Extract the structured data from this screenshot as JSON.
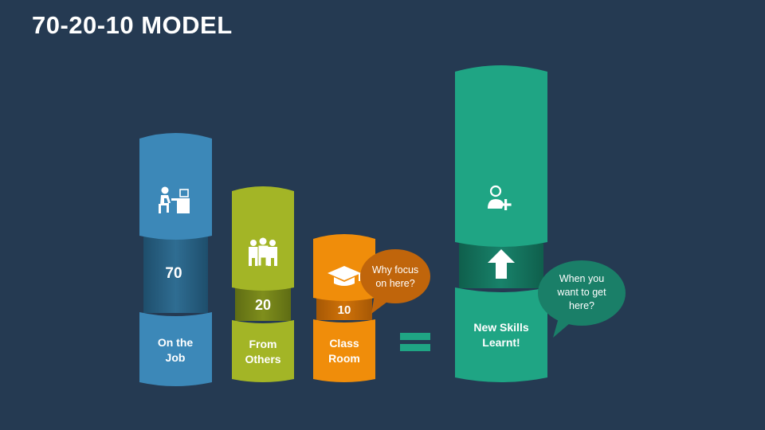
{
  "title": "70-20-10 MODEL",
  "columns": [
    {
      "value": "70",
      "label_line1": "On the",
      "label_line2": "Job",
      "icon": "person-at-desk-icon",
      "color": "#3c88b8"
    },
    {
      "value": "20",
      "label_line1": "From",
      "label_line2": "Others",
      "icon": "group-of-people-icon",
      "color": "#a3b526"
    },
    {
      "value": "10",
      "label_line1": "Class",
      "label_line2": "Room",
      "icon": "graduation-cap-icon",
      "color": "#f08d0a"
    }
  ],
  "result": {
    "label_line1": "New Skills",
    "label_line2": "Learnt!",
    "icon": "add-user-icon",
    "arrow": "up-arrow-icon",
    "color": "#1fa584"
  },
  "bubbles": {
    "focus": {
      "line1": "Why focus",
      "line2": "on here?",
      "color": "#c0650b"
    },
    "goal": {
      "line1": "When you",
      "line2": "want to get",
      "line3": "here?",
      "color": "#1a7f68"
    }
  }
}
